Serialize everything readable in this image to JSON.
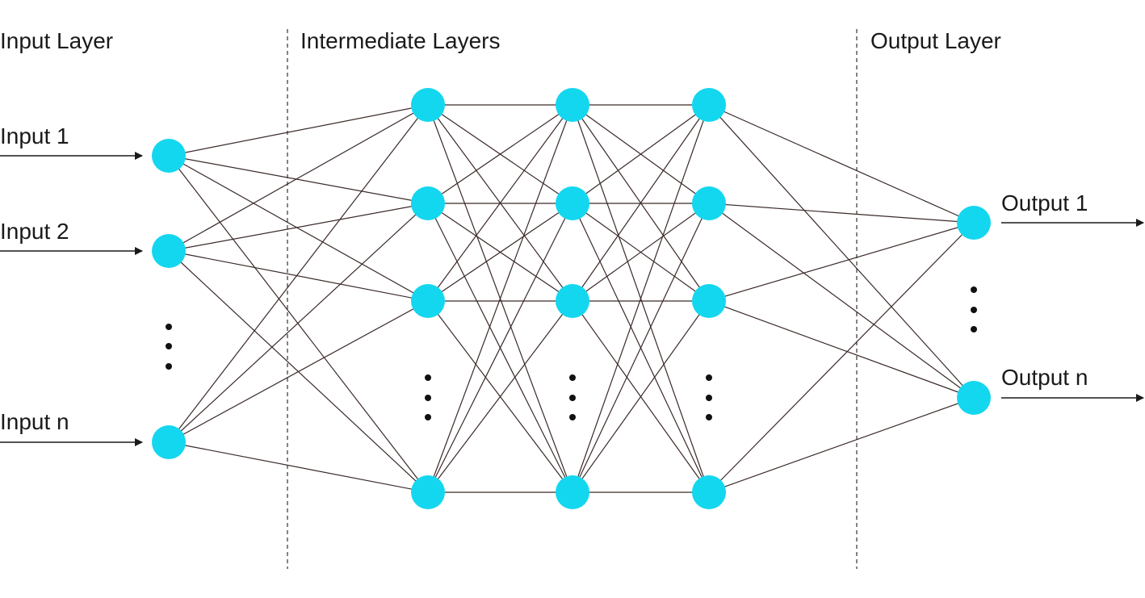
{
  "headers": {
    "input": "Input Layer",
    "intermediate": "Intermediate Layers",
    "output": "Output Layer"
  },
  "inputs": [
    "Input 1",
    "Input 2",
    "Input n"
  ],
  "outputs": [
    "Output 1",
    "Output n"
  ],
  "colors": {
    "node": "#13d7ef",
    "edge": "#3a2a28",
    "text": "#1a1a1a"
  }
}
